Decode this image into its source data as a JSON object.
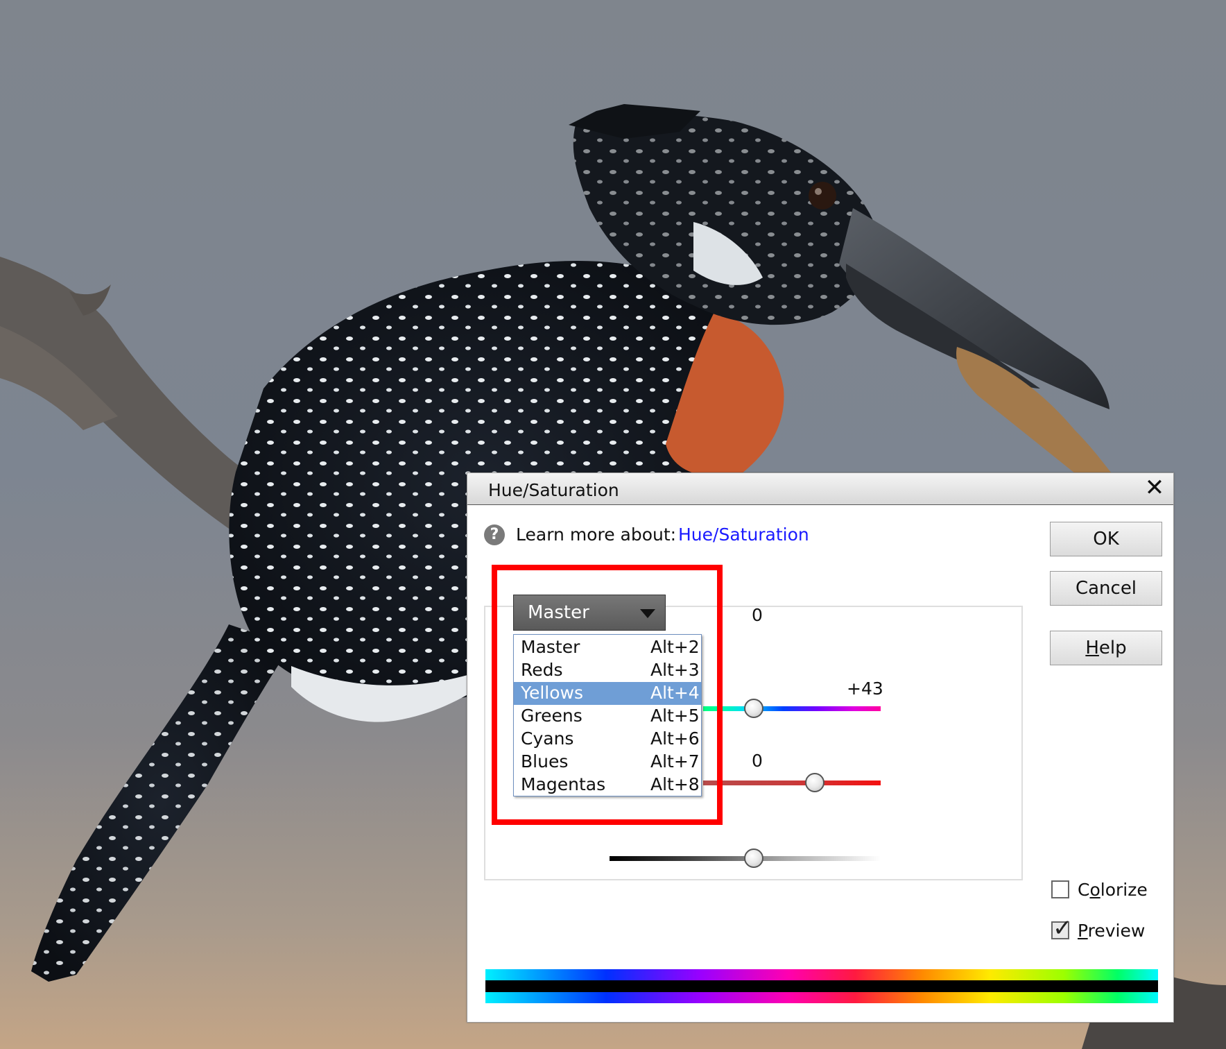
{
  "dialog": {
    "title": "Hue/Saturation",
    "close_glyph": "✕",
    "learn_prefix": "Learn more about:",
    "learn_link": "Hue/Saturation",
    "help_glyph": "?",
    "buttons": {
      "ok": "OK",
      "cancel": "Cancel",
      "help_underlined": "H",
      "help_rest": "elp"
    }
  },
  "channel": {
    "selected": "Master",
    "menu": [
      {
        "label": "Master",
        "shortcut": "Alt+2"
      },
      {
        "label": "Reds",
        "shortcut": "Alt+3"
      },
      {
        "label": "Yellows",
        "shortcut": "Alt+4"
      },
      {
        "label": "Greens",
        "shortcut": "Alt+5"
      },
      {
        "label": "Cyans",
        "shortcut": "Alt+6"
      },
      {
        "label": "Blues",
        "shortcut": "Alt+7"
      },
      {
        "label": "Magentas",
        "shortcut": "Alt+8"
      }
    ],
    "highlighted": "Yellows"
  },
  "sliders": {
    "hue": {
      "value": "0"
    },
    "saturation": {
      "value": "+43"
    },
    "lightness": {
      "value": "0"
    }
  },
  "options": {
    "colorize": {
      "label_underlined": "o",
      "label_pre": "C",
      "label_post": "lorize",
      "checked": false
    },
    "preview": {
      "label_underlined": "P",
      "label_post": "review",
      "checked": true,
      "check_glyph": "✓"
    }
  },
  "colors": {
    "highlight": "#ff0000",
    "link": "#1a1aff",
    "selected_row": "#6f9ed6"
  },
  "icons": {
    "help": "question-circle-icon",
    "close": "close-icon",
    "dropdown": "chevron-down-icon",
    "check": "check-icon"
  }
}
